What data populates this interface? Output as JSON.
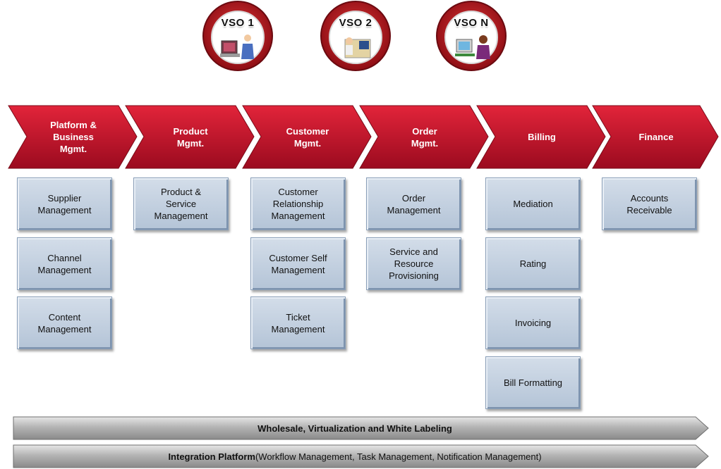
{
  "vso_badges": [
    {
      "label": "VSO 1",
      "icon": "person-at-computer"
    },
    {
      "label": "VSO 2",
      "icon": "person-at-desk"
    },
    {
      "label": "VSO N",
      "icon": "person-with-monitor"
    }
  ],
  "chevrons": [
    {
      "label": "Platform &\nBusiness\nMgmt."
    },
    {
      "label": "Product\nMgmt."
    },
    {
      "label": "Customer\nMgmt."
    },
    {
      "label": "Order\nMgmt."
    },
    {
      "label": "Billing"
    },
    {
      "label": "Finance"
    }
  ],
  "columns": [
    {
      "boxes": [
        "Supplier\nManagement",
        "Channel\nManagement",
        "Content\nManagement"
      ]
    },
    {
      "boxes": [
        "Product &\nService\nManagement"
      ]
    },
    {
      "boxes": [
        "Customer\nRelationship\nManagement",
        "Customer Self\nManagement",
        "Ticket\nManagement"
      ]
    },
    {
      "boxes": [
        "Order\nManagement",
        "Service and\nResource\nProvisioning"
      ]
    },
    {
      "boxes": [
        "Mediation",
        "Rating",
        "Invoicing",
        "Bill Formatting"
      ]
    },
    {
      "boxes": [
        "Accounts\nReceivable"
      ]
    }
  ],
  "bars": {
    "wholesale": {
      "bold": "Wholesale, Virtualization and White Labeling",
      "rest": ""
    },
    "integration": {
      "bold": "Integration Platform",
      "rest": " (Workflow Management, Task Management, Notification Management)"
    }
  },
  "colors": {
    "chevron_red": "#c8102e",
    "chevron_dark": "#8e0a1f",
    "box_blue": "#c4d1e0",
    "bar_gray": "#b0b0b0",
    "badge_red": "#b5121b"
  }
}
